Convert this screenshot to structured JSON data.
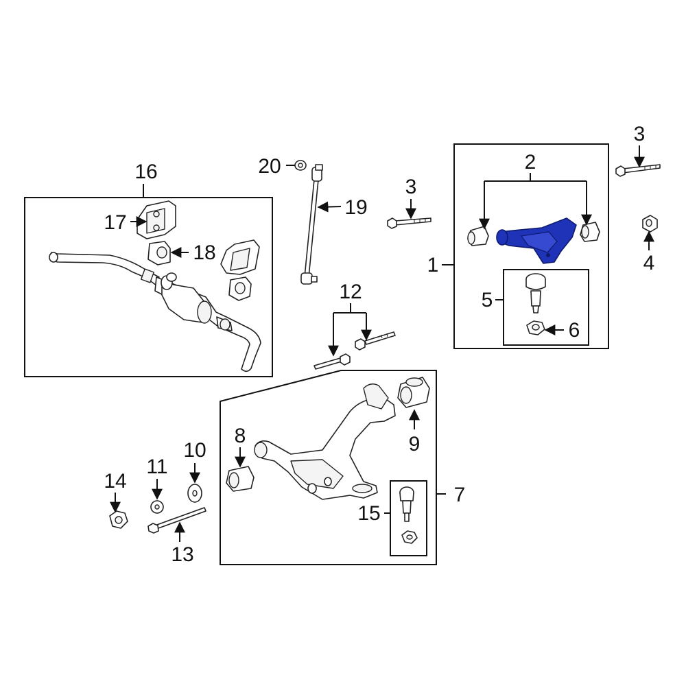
{
  "diagram": {
    "highlight_color": "#1f33b8",
    "callouts": [
      "1",
      "2",
      "3",
      "3",
      "4",
      "5",
      "6",
      "7",
      "8",
      "9",
      "10",
      "11",
      "12",
      "13",
      "14",
      "15",
      "16",
      "17",
      "18",
      "19",
      "20"
    ]
  }
}
